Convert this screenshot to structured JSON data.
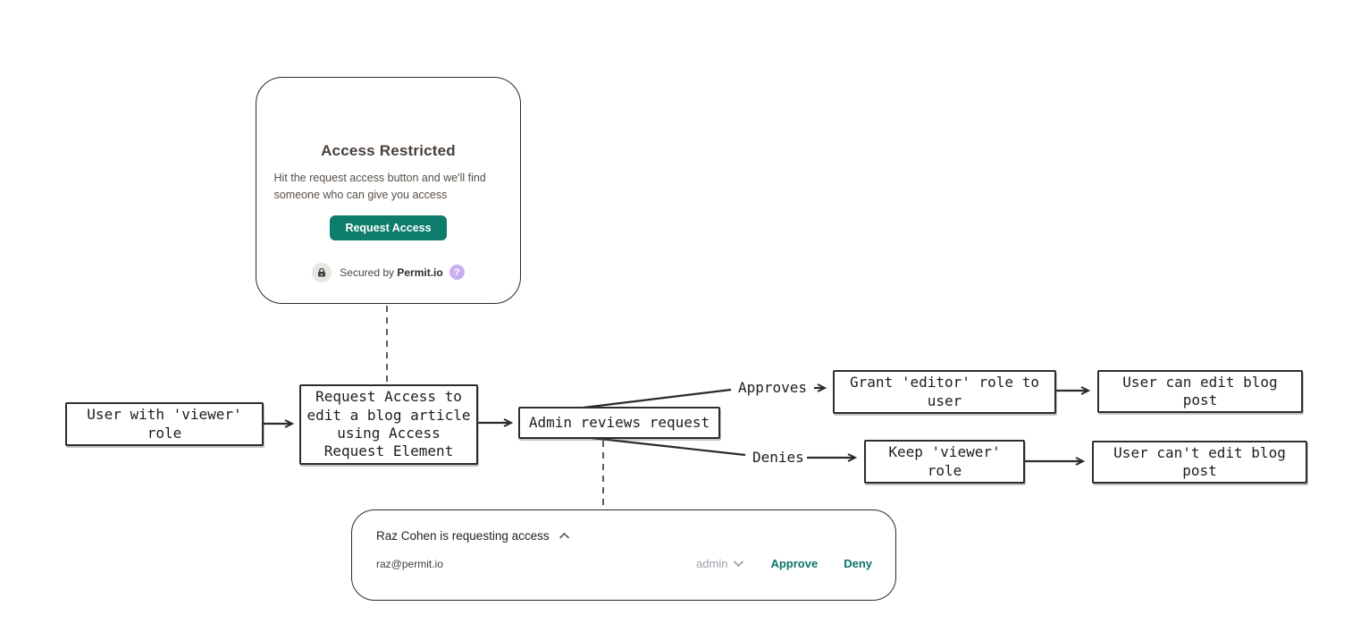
{
  "access_restricted_card": {
    "title": "Access Restricted",
    "description": "Hit the request access button and we'll find someone who can give you access",
    "button_label": "Request Access",
    "secured_prefix": "Secured by",
    "secured_brand": "Permit.io",
    "help_glyph": "?",
    "icons": {
      "lock": "lock-icon",
      "help": "question-mark-icon"
    }
  },
  "flowchart": {
    "nodes": [
      {
        "id": "A",
        "label": "User with 'viewer' role"
      },
      {
        "id": "B",
        "label": "Request Access to edit a blog article using Access Request Element"
      },
      {
        "id": "C",
        "label": "Admin reviews request"
      },
      {
        "id": "D",
        "label": "Grant 'editor' role to user"
      },
      {
        "id": "E",
        "label": "User can edit blog post"
      },
      {
        "id": "F",
        "label": "Keep 'viewer' role"
      },
      {
        "id": "G",
        "label": "User can't edit blog post"
      }
    ],
    "edge_labels": {
      "approves": "Approves",
      "denies": "Denies"
    }
  },
  "request_review_card": {
    "title": "Raz Cohen is requesting access",
    "email": "raz@permit.io",
    "role_selected": "admin",
    "approve_label": "Approve",
    "deny_label": "Deny",
    "icons": {
      "collapse": "chevron-up-icon",
      "role_dropdown": "chevron-down-icon"
    }
  },
  "colors": {
    "accent_teal": "#0e7c6b",
    "action_teal": "#0b7569",
    "stroke_dark": "#2b2b2b",
    "title_brown": "#49403a",
    "help_purple": "#c9aff0",
    "muted_gray": "#9aa0a6"
  }
}
